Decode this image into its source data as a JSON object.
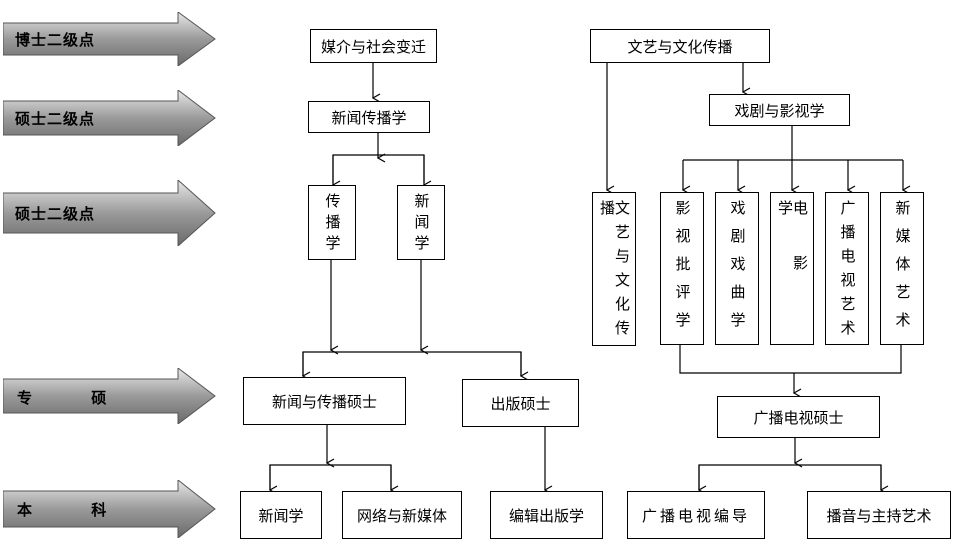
{
  "levels": [
    {
      "label": "博士二级点"
    },
    {
      "label": "硕士二级点"
    },
    {
      "label": "硕士二级点"
    },
    {
      "label_left": "专",
      "label_right": "硕"
    },
    {
      "label_left": "本",
      "label_right": "科"
    }
  ],
  "nodes": {
    "media_society": "媒介与社会变迁",
    "journalism_comm": "新闻传播学",
    "comm": "传播学",
    "news": "新闻学",
    "mjc": "新闻与传播硕士",
    "mp": "出版硕士",
    "ug_news": "新闻学",
    "ug_netmedia": "网络与新媒体",
    "ug_editing": "编辑出版学",
    "arts_culture": "文艺与文化传播",
    "drama_film": "戏剧与影视学",
    "arts_culture_v": "文艺与文化传播",
    "film_criticism": "影视批评学",
    "drama_opera": "戏剧戏曲学",
    "film": "电影学",
    "radio_tv_art": "广播电视艺术",
    "new_media_art": "新媒体艺术",
    "mrtv": "广播电视硕士",
    "ug_rtv_directing": "广播电视编导",
    "ug_broadcasting": "播音与主持艺术"
  }
}
